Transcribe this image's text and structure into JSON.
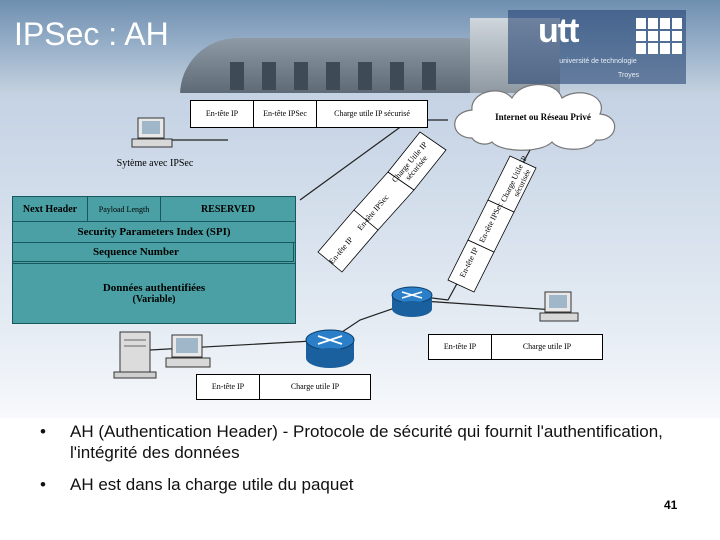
{
  "title": "IPSec : AH",
  "logo": {
    "name": "utt",
    "subtitle": "université de technologie",
    "city": "Troyes"
  },
  "top_packet": {
    "ip_header": "En-tête IP",
    "ipsec_header": "En-tête IPSec",
    "payload": "Charge utile IP sécurisé"
  },
  "cloud_label": "Internet ou Réseau Privé",
  "system_label": "Sytème avec IPSec",
  "ah_header": {
    "next_header": "Next Header",
    "payload_length": "Payload Length",
    "reserved": "RESERVED",
    "spi": "Security Parameters Index (SPI)",
    "sequence": "Sequence Number",
    "auth_data": "Données authentifiées",
    "auth_variable": "(Variable)"
  },
  "diag_left": {
    "payload": "Charge Utile IP sécurisée",
    "ipsec": "En-tête IPSec",
    "ip": "En-tête IP"
  },
  "diag_right": {
    "payload": "Charge Utile IP sécurisée",
    "ipsec": "En-tête IPSec",
    "ip": "En-tête IP"
  },
  "right_packet": {
    "ip_header": "En-tête IP",
    "payload": "Charge utile IP"
  },
  "bottom_packet": {
    "ip_header": "En-tête IP",
    "payload": "Charge utile IP"
  },
  "bullets": [
    "AH (Authentication Header) - Protocole de sécurité qui fournit l'authentification, l'intégrité des données",
    "AH est dans la charge utile du paquet"
  ],
  "bullet_symbol": "•",
  "page_number": "41",
  "colors": {
    "ah_block": "#4aa0a4",
    "router": "#1f6fb8",
    "header_bg": "#7f9cba"
  }
}
